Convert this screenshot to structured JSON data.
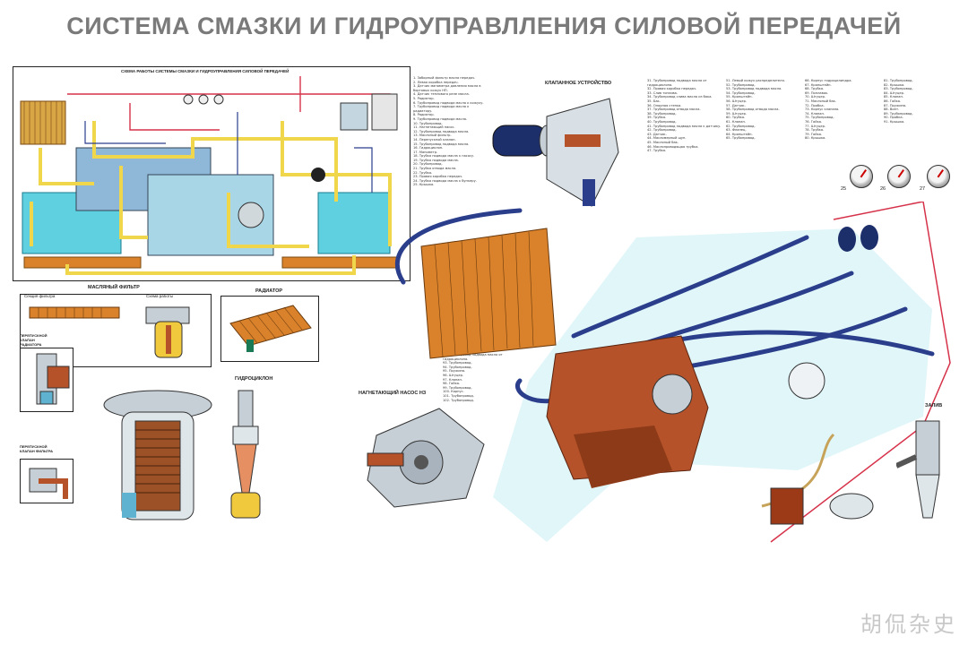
{
  "title": "СИСТЕМА СМАЗКИ И ГИДРОУПРАВЛЛЕНИЯ СИЛОВОЙ ПЕРЕДАЧЕЙ",
  "scheme": {
    "caption": "СХЕМА РАБОТЫ СИСТЕМЫ СМАЗКИ И ГИДРОУПРАВЛЕНИЯ СИЛОВОЙ ПЕРЕДАЧЕЙ"
  },
  "captions": {
    "oil_filter": "МАСЛЯНЫЙ ФИЛЬТР",
    "filter_section": "Секция фильтра",
    "filter_work": "Схема работы",
    "radiator": "РАДИАТОР",
    "radiator_bypass": "ПЕРЕПУСКНОЙ КЛАПАН РАДИАТОРА",
    "filter_bypass": "ПЕРЕПУСКНОЙ КЛАПАН ФИЛЬТРА",
    "hydrocyclone": "ГИДРОЦИКЛОН",
    "pump": "НАГНЕТАЮЩИЙ НАСОС НЗ",
    "valve_device": "КЛАПАННОЕ УСТРОЙСТВО",
    "filler": "ЗАЛИВ"
  },
  "legends": {
    "col1": "1. Заборный фильтр масла передач.\n2. Левая коробка передач.\n3. Датчик манометра давления масла в бортовых кожух НП.\n4. Датчик теплового реле масла.\n5. Радиатор.\n6. Трубопровод подвода масла к кожуху.\n7. Трубопровод подвода масла к радиатору.\n8. Радиатор.\n9. Трубопровод подвода масла.\n10. Трубопровод.\n11. Нагнетающий насос.\n12. Трубопровод подвода масла.\n13. Масляный фильтр.\n14. Перепускной клапан.\n15. Трубопровод подвода масла.\n16. Гидроциклон.\n17. Манометр.\n18. Трубка подвода масла к насосу.\n19. Трубка подвода масла.\n20. Трубопровод.\n21. Трубка отвода масла.\n22. Трубка.\n23. Правая коробка передач.\n24. Трубка подвода масла к бункеру.\n25. Крышка.",
    "col2": "31. Трубопровод подвода масла от гидроциклона.\n32. Правая коробка передач.\n33. Слив топлива.\n34. Трубопровод слива масла из бака.\n35. Бак.\n36. Опорная стенка.\n37. Трубопровод отвода масла.\n38. Трубопровод.\n39. Трубка.\n40. Трубопровод.\n41. Трубопровод подвода масла к датчику.\n42. Трубопровод.\n43. Датчик.\n44. Масломерный щуп.\n45. Масляный бак.\n46. Маслопроводящая трубка.\n47. Трубка.",
    "col3": "51. Левый кожух распределителя.\n52. Трубопровод.\n53. Трубопровод подвода масла.\n54. Трубопровод.\n55. Кронштейн.\n56. Штуцер.\n57. Датчик.\n58. Трубопровод отвода масла.\n59. Штуцер.\n60. Трубка.\n61. Клапан.\n62. Трубопровод.\n63. Фланец.\n64. Кронштейн.\n65. Трубопровод.",
    "col4": "66. Корпус гидроцилиндра.\n67. Кронштейн.\n68. Трубка.\n69. Поплавок.\n70. Штуцер.\n71. Масляный бак.\n72. Пробка.\n73. Корпус клапана.\n74. Клапан.\n75. Трубопровод.\n76. Гайка.\n77. Штуцер.\n78. Трубка.\n79. Гайка.\n80. Крышка.",
    "col5": "81. Трубопровод.\n82. Крышка.\n83. Трубопровод.\n84. Штуцер.\n85. Клапан.\n86. Гайка.\n87. Пружина.\n88. Винт.\n89. Трубопровод.\n90. Пробка.\n91. Крышка.",
    "col6": "92. Трубопровод подвода масла от гидроциклона.\n93. Трубопровод.\n94. Трубопровод.\n95. Пружина.\n96. Штуцер.\n97. Клапан.\n98. Гайка.\n99. Трубопровод.\n100. Корпус.\n101. Трубопровод.\n102. Трубопровод."
  },
  "gauge_labels": [
    "25",
    "26",
    "27"
  ],
  "watermark": "胡侃杂史",
  "colors": {
    "title": "#7a7a7a",
    "oil_flow": "#f0d64a",
    "pressure_line": "#d6324a",
    "coolant_body": "#5fd0e0",
    "radiator": "#d9822b",
    "pipes": "#2a3e8c",
    "housing": "#b5522a"
  }
}
